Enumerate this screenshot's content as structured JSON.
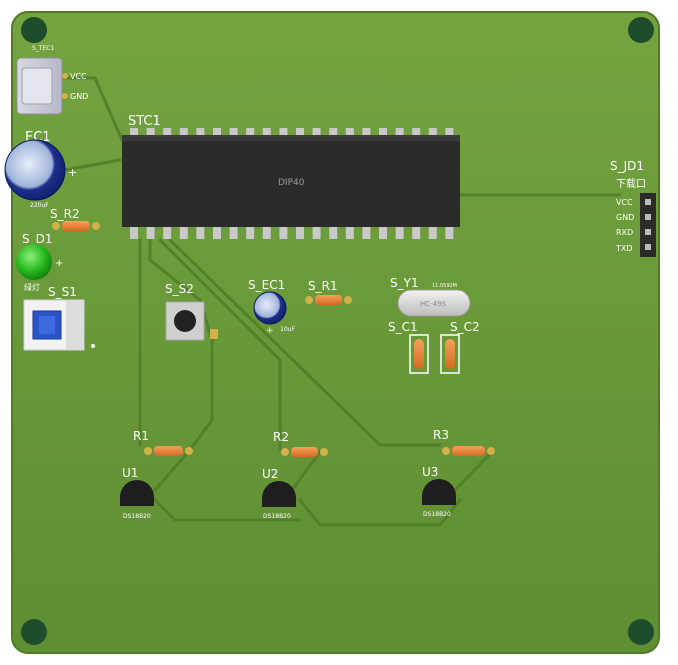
{
  "board": {
    "components": {
      "usb_connector": {
        "label": "S_TEC1",
        "pin1": "VCC",
        "pin2": "GND"
      },
      "ec1": {
        "label": "EC1",
        "value": "220uF"
      },
      "mcu": {
        "label": "STC1",
        "package": "DIP40"
      },
      "s_r2": {
        "label": "S_R2"
      },
      "s_d1": {
        "label": "S_D1",
        "sub": "绿灯"
      },
      "s_s1": {
        "label": "S_S1"
      },
      "s_s2": {
        "label": "S_S2"
      },
      "s_ec1": {
        "label": "S_EC1",
        "value": "10uF"
      },
      "s_r1": {
        "label": "S_R1"
      },
      "s_y1": {
        "label": "S_Y1",
        "crystal_text": "HC-49S",
        "freq_text": "11.0592M"
      },
      "s_c1": {
        "label": "S_C1"
      },
      "s_c2": {
        "label": "S_C2"
      },
      "s_jd1": {
        "label": "S_JD1",
        "sub": "下载口",
        "pins": [
          "VCC",
          "GND",
          "RXD",
          "TXD"
        ]
      },
      "r1": {
        "label": "R1"
      },
      "r2": {
        "label": "R2"
      },
      "r3": {
        "label": "R3"
      },
      "u1": {
        "label": "U1",
        "part": "DS18B20"
      },
      "u2": {
        "label": "U2",
        "part": "DS18B20"
      },
      "u3": {
        "label": "U3",
        "part": "DS18B20"
      }
    },
    "colors": {
      "board": "#6b9a3a",
      "board_edge": "#4f7a26",
      "trace": "#5a8a2e",
      "mount_hole": "#1e4d2b",
      "chip": "#2b2b2b"
    }
  }
}
